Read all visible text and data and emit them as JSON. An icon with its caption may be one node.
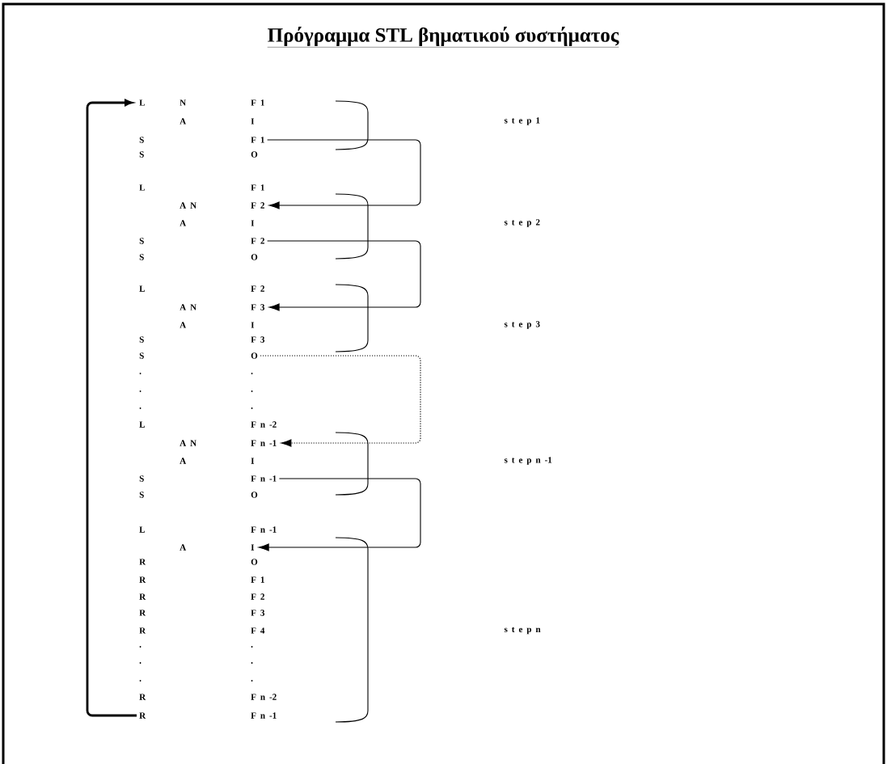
{
  "diagram": {
    "title": "Πρόγραμμα STL  βηματικού συστήματος",
    "nodes": [
      {
        "text": [
          "L",
          "N",
          "F 1"
        ]
      },
      {
        "text": [
          "A",
          "I"
        ]
      },
      {
        "text": [
          "S",
          "F 1"
        ]
      },
      {
        "text": [
          "S",
          "O"
        ]
      },
      {
        "text": [
          "L",
          "F 1"
        ]
      },
      {
        "text": [
          "A N",
          "F 2"
        ]
      },
      {
        "text": [
          "A",
          "I"
        ]
      },
      {
        "text": [
          "S",
          "F 2"
        ]
      },
      {
        "text": [
          "S",
          "O"
        ]
      },
      {
        "text": [
          "L",
          "F 2"
        ]
      },
      {
        "text": [
          "A N",
          "F 3"
        ]
      },
      {
        "text": [
          "A",
          "I"
        ]
      },
      {
        "text": [
          "S",
          "F 3"
        ]
      },
      {
        "text": [
          "S",
          "O"
        ]
      },
      {
        "text": [
          ".",
          "."
        ]
      },
      {
        "text": [
          ".",
          "."
        ]
      },
      {
        "text": [
          ".",
          "."
        ]
      },
      {
        "text": [
          "L",
          "F n -2"
        ]
      },
      {
        "text": [
          "A N",
          "F n -1"
        ]
      },
      {
        "text": [
          "A",
          "I"
        ]
      },
      {
        "text": [
          "S",
          "F n -1"
        ]
      },
      {
        "text": [
          "S",
          "O"
        ]
      },
      {
        "text": [
          "L",
          "F n -1"
        ]
      },
      {
        "text": [
          "A",
          "I"
        ]
      },
      {
        "text": [
          "R",
          "O"
        ]
      },
      {
        "text": [
          "R",
          "F 1"
        ]
      },
      {
        "text": [
          "R",
          "F 2"
        ]
      },
      {
        "text": [
          "R",
          "F 3"
        ]
      },
      {
        "text": [
          "R",
          "F 4"
        ]
      },
      {
        "text": [
          ".",
          "."
        ]
      },
      {
        "text": [
          ".",
          "."
        ]
      },
      {
        "text": [
          ".",
          "."
        ]
      },
      {
        "text": [
          "R",
          "F n -2"
        ]
      },
      {
        "text": [
          "R",
          "F n -1"
        ]
      }
    ],
    "edges": [
      {
        "from": 2,
        "to": 5,
        "arrow": "to"
      },
      {
        "from": 7,
        "to": 10,
        "arrow": "to"
      },
      {
        "from": 13,
        "to": 18,
        "arrow": "to",
        "style": "dashed"
      },
      {
        "from": 20,
        "to": 23,
        "arrow": "to"
      },
      {
        "from": 33,
        "to": 0,
        "arrow": "to",
        "style": "thick"
      }
    ],
    "labels": [
      "s t e p 1",
      "s t e p 2",
      "s t e p 3",
      "s t e p n -1",
      "s t e p n"
    ]
  }
}
